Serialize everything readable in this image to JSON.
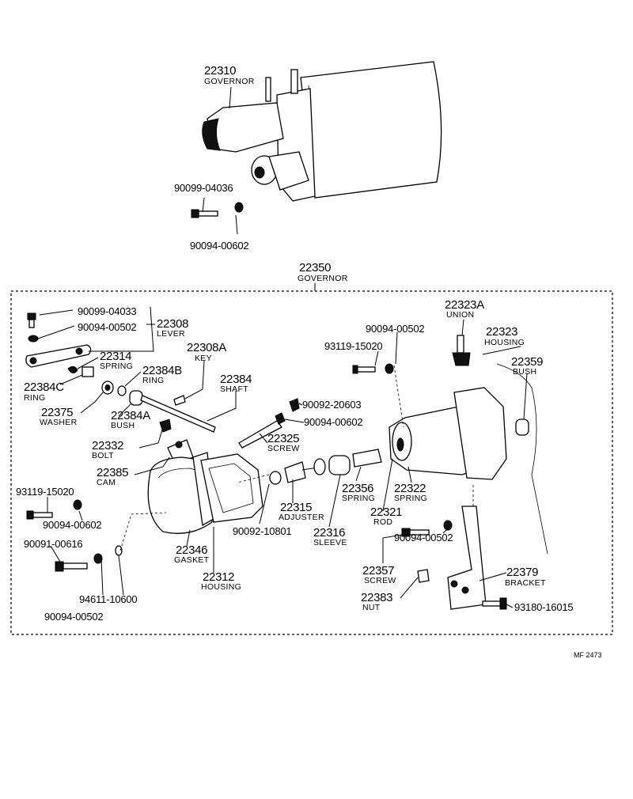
{
  "top": {
    "governor": {
      "num": "22310",
      "name": "GOVERNOR"
    },
    "bolt": "90099-04036",
    "washer": "90094-00602"
  },
  "assembly": {
    "num": "22350",
    "name": "GOVERNOR"
  },
  "labels": {
    "p90099_04033": "90099-04033",
    "p90094_00502_a": "90094-00502",
    "lever_num": "22308",
    "lever_name": "LEVER",
    "key_num": "22308A",
    "key_name": "KEY",
    "spring14_num": "22314",
    "spring14_name": "SPRING",
    "ring84b_num": "22384B",
    "ring84b_name": "RING",
    "ring84c_num": "22384C",
    "ring84c_name": "RING",
    "shaft_num": "22384",
    "shaft_name": "SHAFT",
    "washer_num": "22375",
    "washer_name": "WASHER",
    "bush84a_num": "22384A",
    "bush84a_name": "BUSH",
    "bolt_num": "22332",
    "bolt_name": "BOLT",
    "cam_num": "22385",
    "cam_name": "CAM",
    "screw25_num": "22325",
    "screw25_name": "SCREW",
    "p90092_20603": "90092-20603",
    "p90094_00602_b": "90094-00602",
    "p93119_15020_a": "93119-15020",
    "p90094_00502_b": "90094-00502",
    "union_num": "22323A",
    "union_name": "UNION",
    "housing23_num": "22323",
    "housing23_name": "HOUSING",
    "bush59_num": "22359",
    "bush59_name": "BUSH",
    "p93119_15020_b": "93119-15020",
    "p90094_00602_c": "90094-00602",
    "p90091_00616": "90091-00616",
    "gasket_num": "22346",
    "gasket_name": "GASKET",
    "housing12_num": "22312",
    "housing12_name": "HOUSING",
    "p90092_10801": "90092-10801",
    "adjuster_num": "22315",
    "adjuster_name": "ADJUSTER",
    "sleeve_num": "22316",
    "sleeve_name": "SLEEVE",
    "spring56_num": "22356",
    "spring56_name": "SPRING",
    "spring22_num": "22322",
    "spring22_name": "SPRING",
    "rod_num": "22321",
    "rod_name": "ROD",
    "p94611_10600": "94611-10600",
    "p90094_00502_c": "90094-00502",
    "screw57_num": "22357",
    "screw57_name": "SCREW",
    "p90094_00502_d": "90094-00502",
    "bracket_num": "22379",
    "bracket_name": "BRACKET",
    "nut_num": "22383",
    "nut_name": "NUT",
    "p93180_16015": "93180-16015"
  },
  "footer": {
    "ref": "MF 2473"
  }
}
